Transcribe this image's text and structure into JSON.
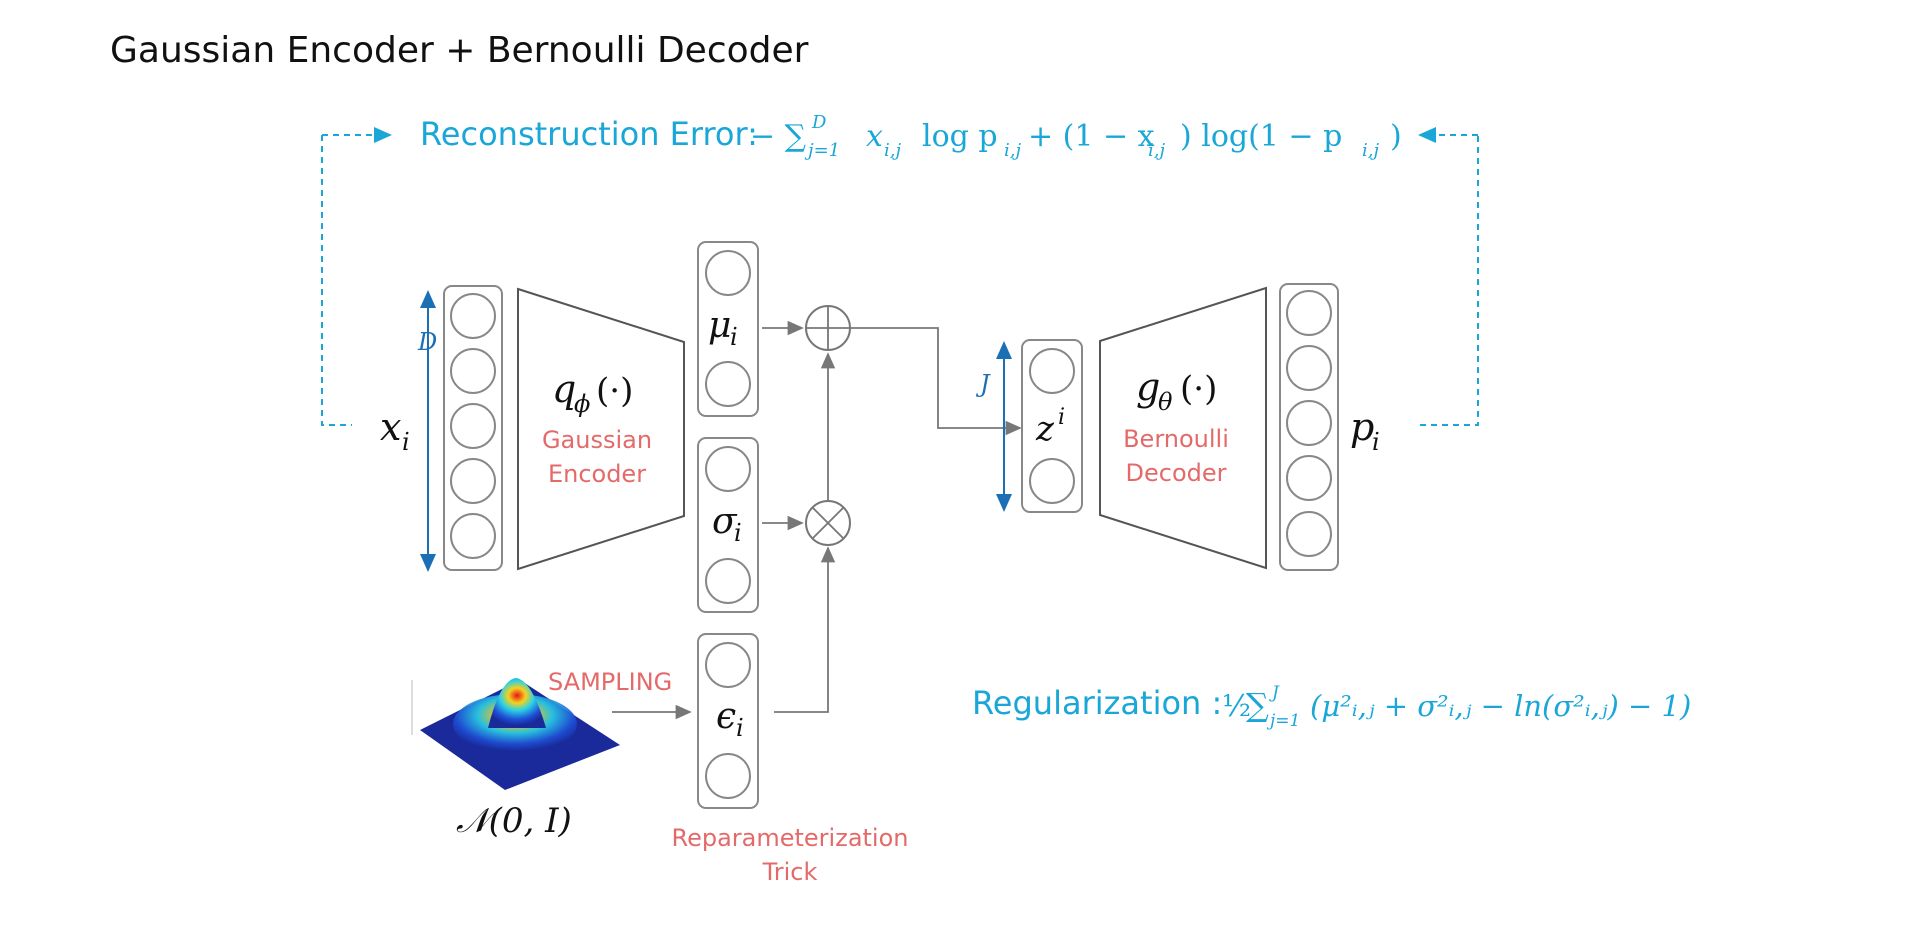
{
  "title": "Gaussian Encoder + Bernoulli Decoder",
  "reconstruction": {
    "label": "Reconstruction Error:",
    "formula_lead": "− ∑",
    "sum_upper": "D",
    "sum_lower": "j=1",
    "formula_rest": "x",
    "formula_tail": "log p",
    "formula_mid": "+ (1 − x",
    "formula_end": ") log(1 − p",
    "formula_close": ")",
    "sub_ij": "i,j"
  },
  "encoder": {
    "input_var": "x",
    "input_sub": "i",
    "dim_label": "D",
    "func": "q",
    "func_sub": "ϕ",
    "func_arg": "(·)",
    "name_line1": "Gaussian",
    "name_line2": "Encoder"
  },
  "latent": {
    "mu": "μ",
    "mu_sub": "i",
    "sigma": "σ",
    "sigma_sub": "i",
    "eps": "ϵ",
    "eps_sub": "i",
    "z": "z",
    "z_sup": "i",
    "dim_label": "J"
  },
  "decoder": {
    "func": "g",
    "func_sub": "θ",
    "func_arg": "(·)",
    "name_line1": "Bernoulli",
    "name_line2": "Decoder",
    "output_var": "p",
    "output_sub": "i"
  },
  "sampling": {
    "label": "SAMPLING",
    "dist_label": "𝒩(0, I)",
    "reparam_line1": "Reparameterization",
    "reparam_line2": "Trick"
  },
  "regularization": {
    "label": "Regularization :",
    "half": "½",
    "formula": "∑",
    "sum_upper": "J",
    "sum_lower": "j=1",
    "body": "(μ²ᵢ,ⱼ + σ²ᵢ,ⱼ − ln(σ²ᵢ,ⱼ) − 1)"
  },
  "colors": {
    "cyan": "#1aa7d8",
    "red": "#e46a6a",
    "blue_axis": "#1a6fb5",
    "gray": "#777777"
  }
}
